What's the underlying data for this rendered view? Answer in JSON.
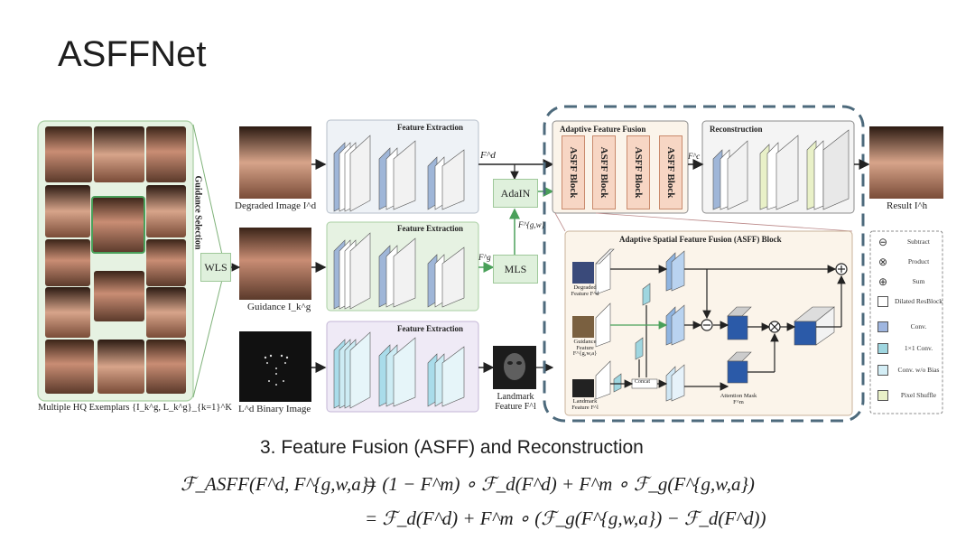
{
  "slide": {
    "title": "ASFFNet",
    "section_heading": "3. Feature Fusion (ASFF) and Reconstruction"
  },
  "exemplars": {
    "caption": "Multiple HQ Exemplars {I_k^g, L_k^g}_{k=1}^K",
    "side_label": "Guidance Selection"
  },
  "modules": {
    "wls": "WLS",
    "mls": "MLS",
    "adain": "AdaIN"
  },
  "inputs": {
    "degraded": "Degraded Image I^d",
    "guidance": "Guidance I_k^g",
    "binary": "L^d Binary Image",
    "landmark": "Landmark Feature F^l"
  },
  "extraction": {
    "label_1": "Feature Extraction",
    "label_2": "Feature Extraction",
    "label_3": "Feature Extraction",
    "fd": "F^d",
    "fg": "F^g",
    "fgwa": "F^{g,w}"
  },
  "fusion": {
    "title": "Adaptive Feature Fusion",
    "blocks": [
      "ASFF Block",
      "ASFF Block",
      "ASFF Block",
      "ASFF Block"
    ],
    "fc": "F^c"
  },
  "reconstruction": {
    "title": "Reconstruction",
    "result": "Result I^h"
  },
  "asff_block": {
    "title": "Adaptive Spatial Feature Fusion (ASFF) Block",
    "degraded_feature": "Degraded Feature F^d",
    "guidance_feature": "Guidance Feature F^{g,w,a}",
    "landmark_feature": "Landmark Feature F^l",
    "concat": "Concat",
    "attention": "Attention Mask F^m"
  },
  "legend": {
    "items": [
      "Subtract",
      "Product",
      "Sum",
      "Dilated ResBlock",
      "Conv.",
      "1×1 Conv.",
      "Conv. w/o Bias",
      "Pixel Shuffle"
    ]
  },
  "equation": {
    "line1_lhs": "ℱ_ASFF(F^d, F^{g,w,a})",
    "line1_rhs": "= (1 − F^m) ∘ ℱ_d(F^d) + F^m ∘ ℱ_g(F^{g,w,a})",
    "line2_rhs": "= ℱ_d(F^d) + F^m ∘ (ℱ_g(F^{g,w,a}) − ℱ_d(F^d))"
  },
  "colors": {
    "exemplar_bg": "#e6f2e2",
    "extract_top_bg": "#eef2f6",
    "extract_mid_bg": "#e6f2e2",
    "extract_bot_bg": "#efeaf6",
    "asff_bg": "#fbf4ea",
    "dashed_border": "#4d6a7c"
  }
}
